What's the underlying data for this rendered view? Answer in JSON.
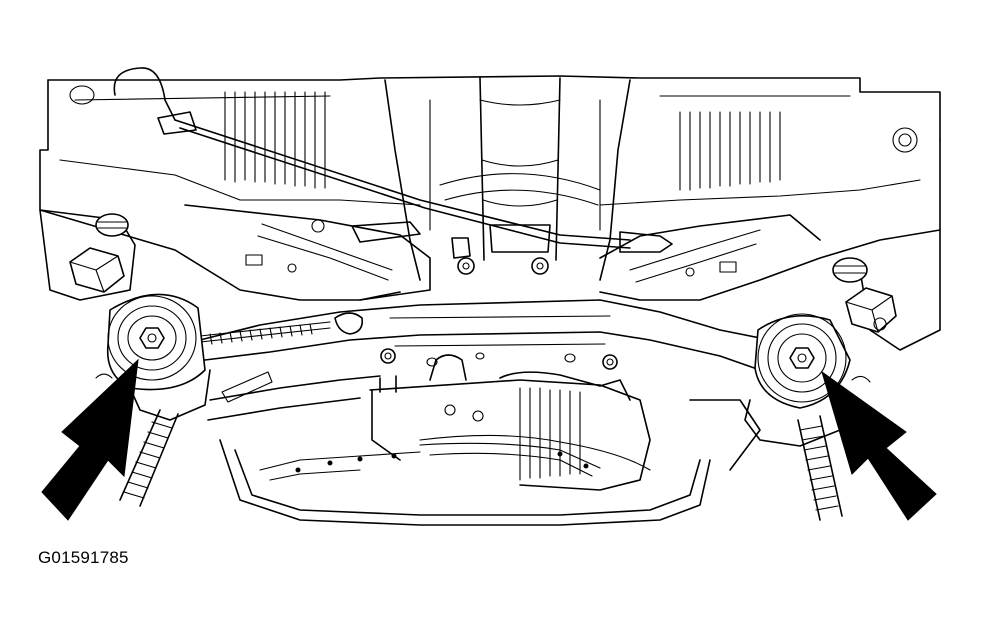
{
  "figure": {
    "id_label": "G01591785"
  },
  "colors": {
    "line": "#000000",
    "background": "#ffffff"
  },
  "callouts": [
    {
      "name": "left-bushing-bolt-arrow",
      "points_to": "left-crossmember-mount-bolt"
    },
    {
      "name": "right-bushing-bolt-arrow",
      "points_to": "right-crossmember-mount-bolt"
    }
  ]
}
